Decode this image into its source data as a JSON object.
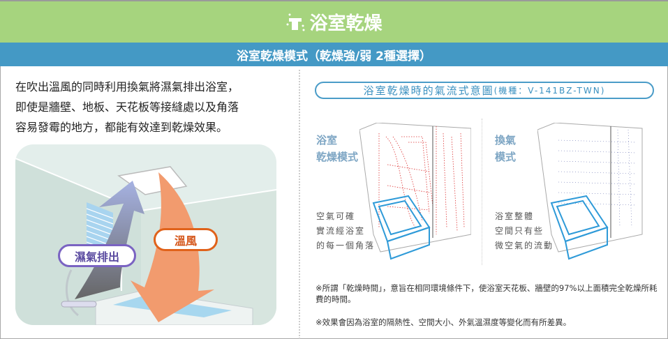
{
  "header": {
    "title": "浴室乾燥",
    "icon": "ventilation-fan-sparkle-icon"
  },
  "band": {
    "title": "浴室乾燥模式（乾燥強/弱 2種選擇）"
  },
  "intro": {
    "lines": [
      "在吹出溫風的同時利用換氣將濕氣排出浴室，",
      "即使是牆壁、地板、天花板等接縫處以及角落",
      "容易發霉的地方，都能有效達到乾燥效果。"
    ]
  },
  "illustration": {
    "exhaust_label": "濕氣排出",
    "warm_air_label": "溫風",
    "colors": {
      "exhaust": "#7a63c2",
      "warm": "#e0621a"
    }
  },
  "airflow": {
    "title": "浴室乾燥時的氣流式意圖",
    "model": "(機種：V-141BZ-TWN)",
    "left": {
      "mode_lines": [
        "浴室",
        "乾燥模式"
      ],
      "caption_lines": [
        "空氣可確",
        "實流經浴室",
        "的每一個角落"
      ]
    },
    "right": {
      "mode_lines": [
        "換氣",
        "模式"
      ],
      "caption_lines": [
        "浴室整體",
        "空間只有些",
        "微空氣的流動"
      ]
    }
  },
  "notes": [
    "※所謂「乾燥時間」，意旨在相同環境條件下，使浴室天花板、牆壁的97%以上面積完全乾燥所耗費的時間。",
    "※效果會因為浴室的隔熱性、空間大小、外氣溫濕度等變化而有所差異。"
  ]
}
